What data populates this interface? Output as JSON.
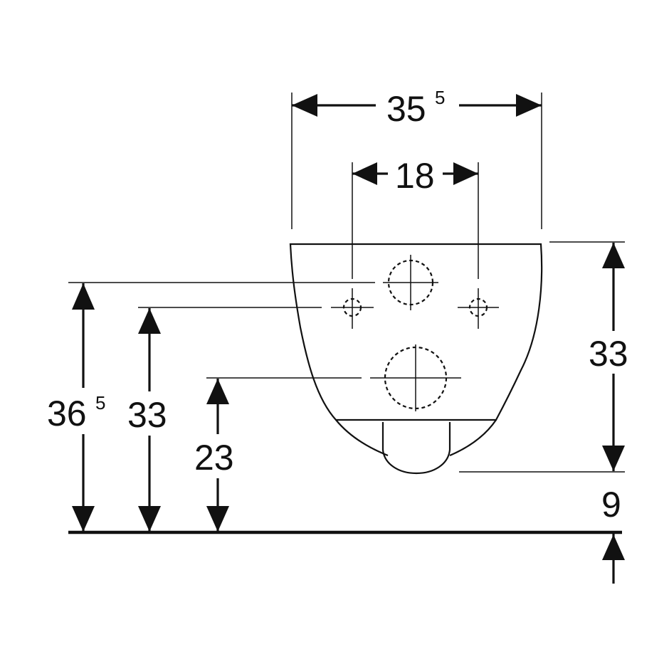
{
  "dimensions": {
    "overall_width": {
      "main": "35",
      "sup": "5"
    },
    "hole_spacing": {
      "main": "18"
    },
    "inlet_height": {
      "main": "36",
      "sup": "5"
    },
    "fixing_height": {
      "main": "33"
    },
    "outlet_height": {
      "main": "23"
    },
    "bowl_depth": {
      "main": "33"
    },
    "floor_clearance": {
      "main": "9"
    }
  }
}
